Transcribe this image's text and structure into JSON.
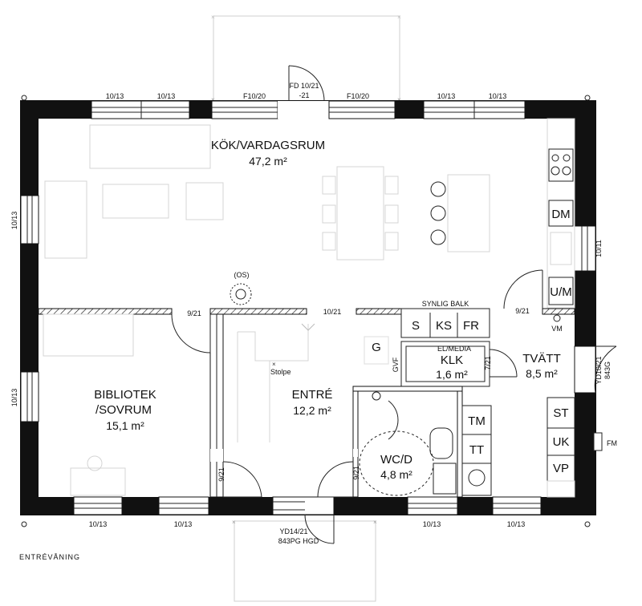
{
  "rooms": {
    "kok": {
      "name": "KÖK/VARDAGSRUM",
      "area": "47,2 m²"
    },
    "bibliotek": {
      "name1": "BIBLIOTEK",
      "name2": "/SOVRUM",
      "area": "15,1 m²"
    },
    "entre": {
      "name": "ENTRÉ",
      "area": "12,2 m²"
    },
    "wc": {
      "name": "WC/D",
      "area": "4,8 m²"
    },
    "klk": {
      "name": "KLK",
      "area": "1,6 m²"
    },
    "tvatt": {
      "name": "TVÄTT",
      "area": "8,5 m²"
    }
  },
  "fixtures": {
    "dm": "DM",
    "um": "U/M",
    "s": "S",
    "ks": "KS",
    "fr": "FR",
    "g": "G",
    "tm": "TM",
    "tt": "TT",
    "st": "ST",
    "uk": "UK",
    "vp": "VP"
  },
  "labels": {
    "os": "(OS)",
    "synlig_balk": "SYNLIG BALK",
    "el_media": "EL/MEDIA",
    "vm": "VM",
    "gvf": "GVF",
    "stolpe": "Stolpe",
    "fm": "FM",
    "floor_name": "ENTRÉVÅNING"
  },
  "windows": {
    "top_1013_a": "10/13",
    "top_1013_b": "10/13",
    "top_f1020_a": "F10/20",
    "top_fd_1": "FD 10/21",
    "top_fd_2": "-21",
    "top_f1020_b": "F10/20",
    "top_1013_c": "10/13",
    "top_1013_d": "10/13",
    "left_1013_a": "10/13",
    "left_1013_b": "10/13",
    "right_1011": "10/11",
    "right_yd_1": "YD10/21",
    "right_yd_2": "843G",
    "bottom_1013_a": "10/13",
    "bottom_1013_b": "10/13",
    "bottom_yd_1": "YD14/21",
    "bottom_yd_2": "843PG HGD",
    "bottom_1013_c": "10/13",
    "bottom_1013_d": "10/13"
  },
  "doors": {
    "d_921_a": "9/21",
    "d_1021": "10/21",
    "d_921_b": "9/21",
    "d_721": "7/21",
    "d_921_c": "9/21",
    "d_921_d": "9/21"
  }
}
